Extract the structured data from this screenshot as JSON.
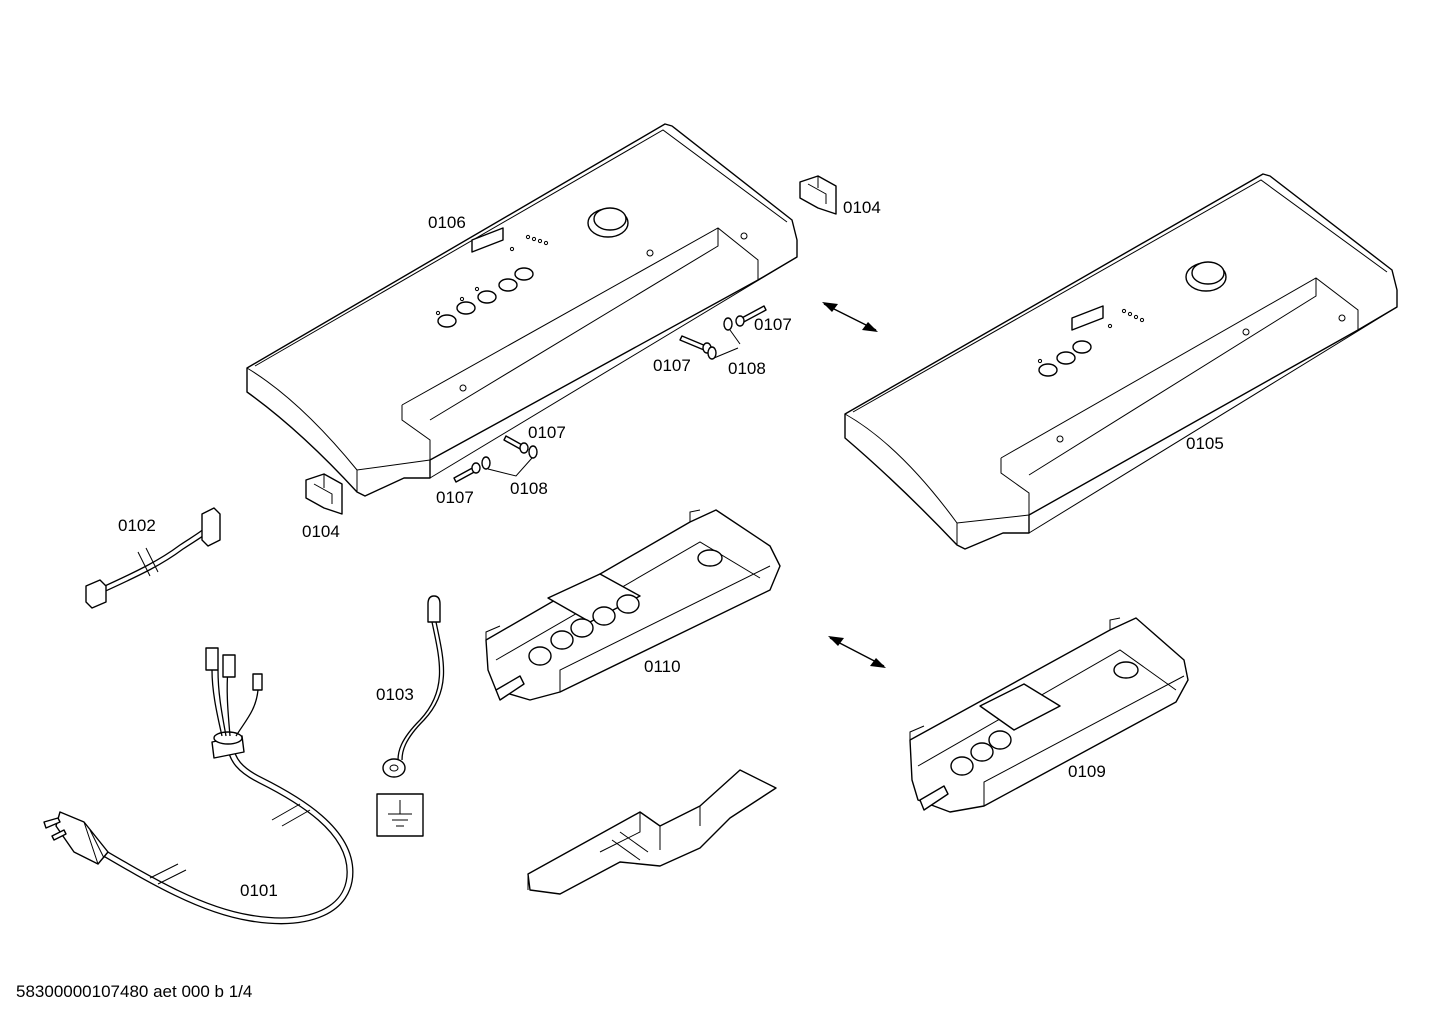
{
  "labels": {
    "p0101": "0101",
    "p0102": "0102",
    "p0103": "0103",
    "p0104a": "0104",
    "p0104b": "0104",
    "p0105": "0105",
    "p0106": "0106",
    "p0107a": "0107",
    "p0107b": "0107",
    "p0107c": "0107",
    "p0107d": "0107",
    "p0108a": "0108",
    "p0108b": "0108",
    "p0109": "0109",
    "p0110": "0110"
  },
  "footer": "58300000107480 aet 000 b 1/4"
}
